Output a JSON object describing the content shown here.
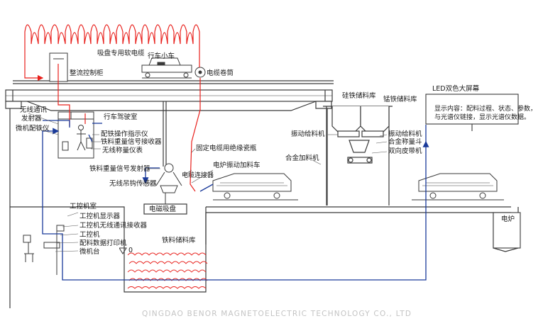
{
  "labels": {
    "cable": "吸盘专用软电缆",
    "trolley": "行车小车",
    "reel": "电缆卷筒",
    "rectifier": "整流控制柜",
    "wireless_tx": "无线通讯",
    "wireless_tx2": "发射器",
    "micro_dist": "微机配铁仪",
    "cab": "行车驾驶室",
    "op_display": "配铁操作指示仪",
    "weight_rx": "铁料重量信号接收器",
    "wl_meter": "无线称量仪表",
    "weight_tx": "铁料重量信号发射器",
    "hook_sensor": "无线吊钩传感器",
    "cable_connector": "电缆连接器",
    "insulator": "固定电缆用绝缘瓷瓶",
    "furnace_feeder": "电炉振动加料车",
    "magnet": "电磁吸盘",
    "si_bin": "硅铁储料库",
    "mn_bin": "锰铁储料库",
    "vib_feeder_l": "振动给料机",
    "vib_feeder_r": "振动给料机",
    "alloy_hopper": "合金称量斗",
    "alloy_cart": "合金加料机",
    "belt": "双向皮带机",
    "led_title": "LED双色大屏幕",
    "led_text_1": "显示内容：配料过程、状态、参数，",
    "led_text_2": "与光谱仪链接，显示光谱仪数据。",
    "ipc_room": "工控机室",
    "ipc_display": "工控机显示器",
    "ipc_wireless": "工控机无线通讯接收器",
    "ipc": "工控机",
    "printer": "配料数据打印机",
    "desk": "微机台",
    "iron_bin": "铁料储料库",
    "furnace": "电炉",
    "scale_zero": "0"
  },
  "watermark": "QINGDAO BENOR MAGNETOELECTRIC TECHNOLOGY CO., LTD",
  "colors": {
    "line": "#3a3a3a",
    "red_cable": "#e8201c",
    "blue_signal": "#1a3a9a",
    "watermark": "#c4c4c4"
  }
}
